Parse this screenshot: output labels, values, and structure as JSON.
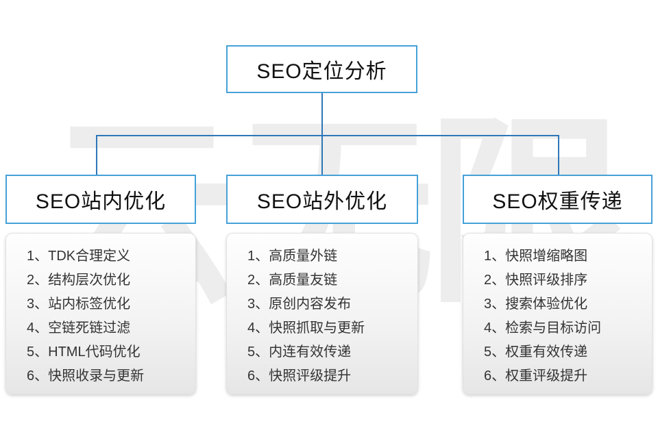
{
  "watermark": {
    "text": "云无限"
  },
  "root": {
    "label": "SEO定位分析"
  },
  "branches": [
    {
      "header": "SEO站内优化",
      "items": [
        "1、TDK合理定义",
        "2、结构层次优化",
        "3、站内标签优化",
        "4、空链死链过滤",
        "5、HTML代码优化",
        "6、快照收录与更新"
      ]
    },
    {
      "header": "SEO站外优化",
      "items": [
        "1、高质量外链",
        "2、高质量友链",
        "3、原创内容发布",
        "4、快照抓取与更新",
        "5、内连有效传递",
        "6、快照评级提升"
      ]
    },
    {
      "header": "SEO权重传递",
      "items": [
        "1、快照增缩略图",
        "2、快照评级排序",
        "3、搜索体验优化",
        "4、检索与目标访问",
        "5、权重有效传递",
        "6、权重评级提升"
      ]
    }
  ],
  "colors": {
    "connector_line": "#2e77b8",
    "box_border": "#45a1d8",
    "watermark": "#ededed",
    "list_text": "#333333"
  }
}
